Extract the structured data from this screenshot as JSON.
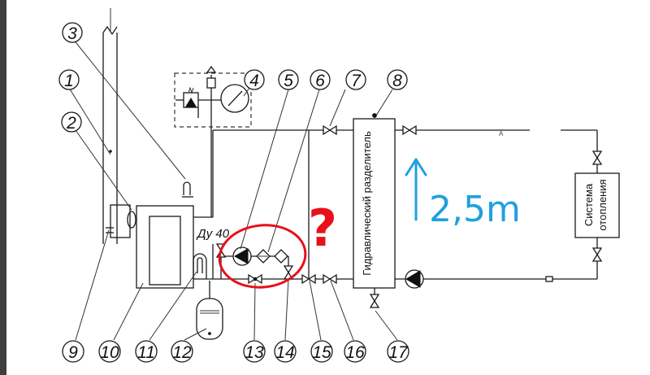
{
  "callouts": {
    "n1": "1",
    "n2": "2",
    "n3": "3",
    "n4": "4",
    "n5": "5",
    "n6": "6",
    "n7": "7",
    "n8": "8",
    "n9": "9",
    "n10": "10",
    "n11": "11",
    "n12": "12",
    "n13": "13",
    "n14": "14",
    "n15": "15",
    "n16": "16",
    "n17": "17"
  },
  "labels": {
    "pipe_size": "Ду 40",
    "hydro_separator": "Гидравлический разделитель",
    "heating_line1": "Система",
    "heating_line2": "отопления",
    "tiny_mark": "A"
  },
  "annotations": {
    "question": "?",
    "height": "2,5m"
  },
  "colors": {
    "line": "#1a1a1a",
    "red_markup": "#e8101a",
    "blue_markup": "#1fa0e0"
  }
}
